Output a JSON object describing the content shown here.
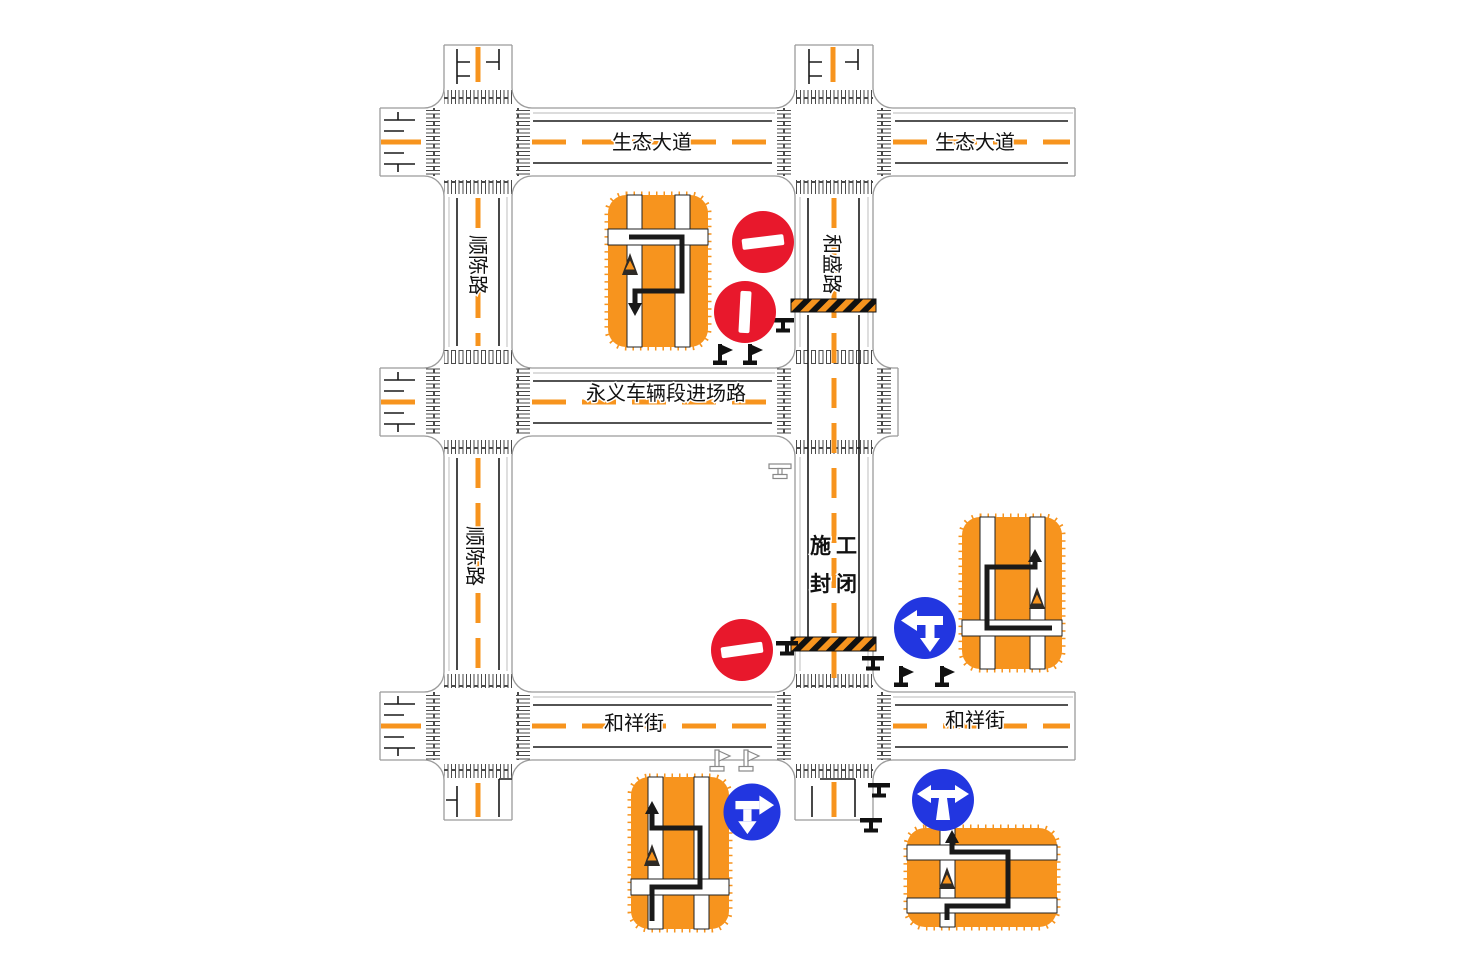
{
  "drawing": {
    "roads": {
      "shengtai_w": "生态大道",
      "shengtai_e": "生态大道",
      "shunchen_n": "顺陈路",
      "shunchen_s": "顺陈路",
      "hesheng": "和盛路",
      "yongyi": "永义车辆段进场路",
      "hexiang_w": "和祥街",
      "hexiang_e": "和祥街"
    },
    "closure_text": {
      "line1": "施工",
      "line2": "封闭"
    },
    "colors": {
      "work_zone_orange": "#F7941E",
      "no_entry_red": "#E8182C",
      "mandatory_blue": "#2236E0",
      "road_border_gray": "#9B9B9B",
      "marking_black": "#1A1A1A"
    },
    "icons": [
      {
        "name": "no-entry-sign",
        "count": 3
      },
      {
        "name": "mandatory-direction-sign",
        "count": 3
      },
      {
        "name": "detour-route-sign",
        "count": 4
      },
      {
        "name": "construction-barrier",
        "count": 2
      },
      {
        "name": "traffic-cone-icon",
        "count": 4
      },
      {
        "name": "sign-post-marker",
        "count": 12
      }
    ]
  }
}
